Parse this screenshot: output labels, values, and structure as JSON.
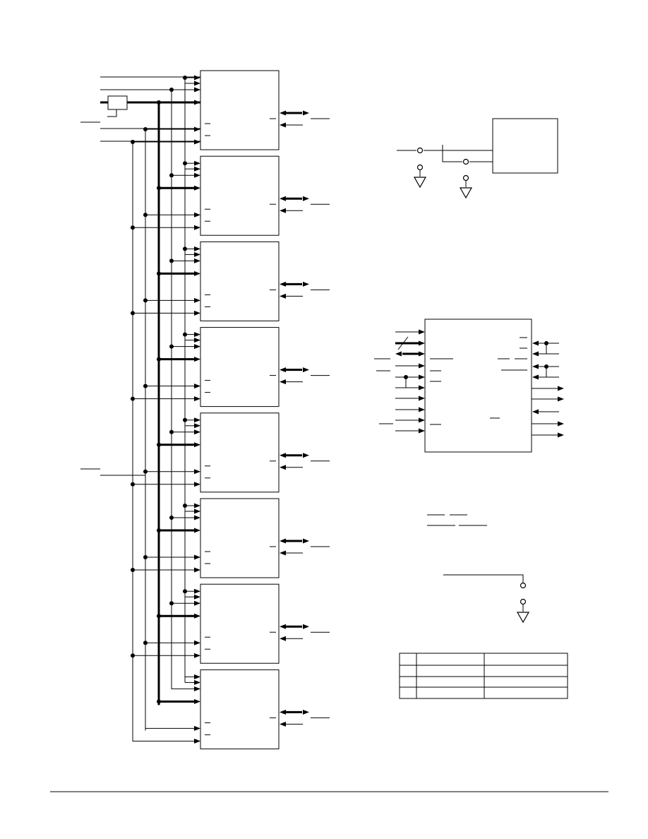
{
  "page": {
    "background": "#ffffff",
    "ink": "#000000",
    "footer_rule": true
  },
  "bank_diagram": {
    "modules": 8,
    "signal_lines_per_module": 6,
    "bidirectional_io_per_module": true,
    "shared_bus": true,
    "address_decoder_block": true
  },
  "strap_diagram": {
    "block": true,
    "switch_contacts": 2,
    "ground_symbols": 2
  },
  "chip_diagram": {
    "left_pins": 10,
    "right_pins": 9,
    "bus_pin": true
  },
  "ground_detail": {
    "switch_contacts": 1,
    "ground_symbols": 1
  },
  "table": {
    "rows": 4,
    "columns": 3,
    "cells": [
      [
        "",
        "",
        ""
      ],
      [
        "",
        "",
        ""
      ],
      [
        "",
        "",
        ""
      ],
      [
        "",
        "",
        ""
      ]
    ]
  }
}
